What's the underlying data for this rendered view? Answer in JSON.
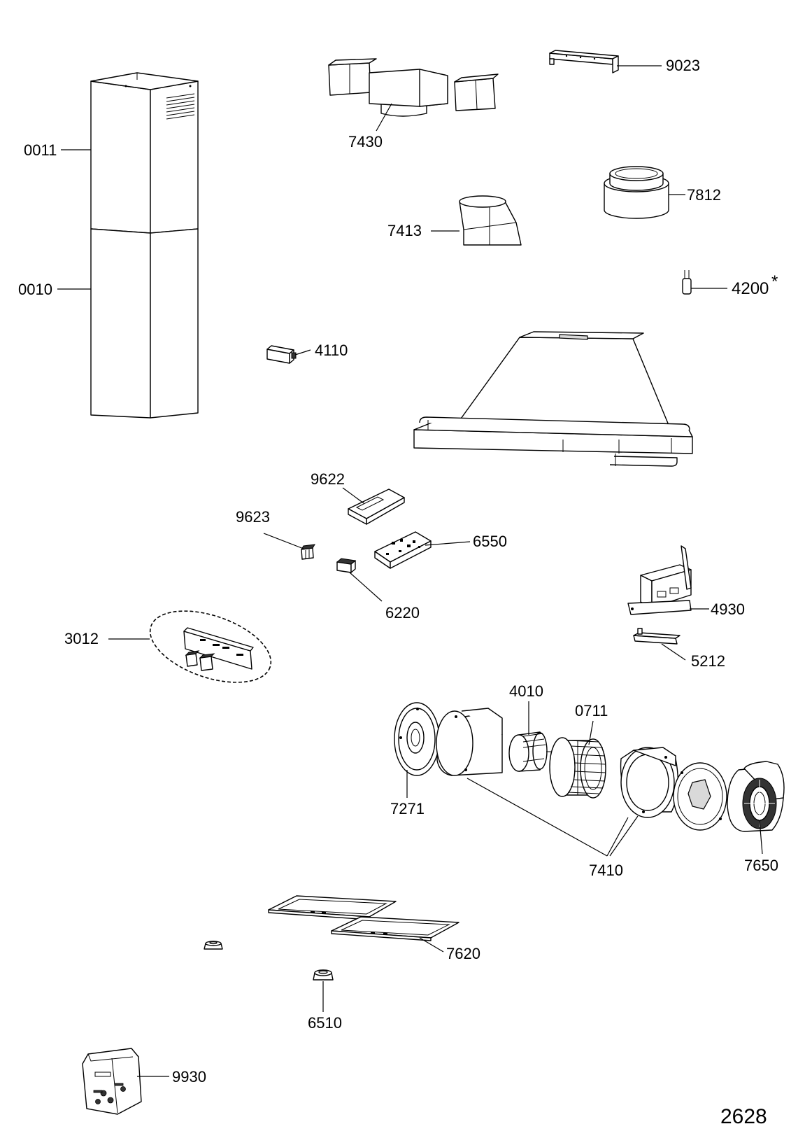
{
  "diagram": {
    "number": "2628",
    "parts": [
      {
        "id": "p0011",
        "label": "0011",
        "icon": "upper-chimney-icon"
      },
      {
        "id": "p0010",
        "label": "0010",
        "icon": "lower-chimney-icon"
      },
      {
        "id": "p7430",
        "label": "7430",
        "icon": "duct-connector-icon"
      },
      {
        "id": "p9023",
        "label": "9023",
        "icon": "mounting-bracket-icon"
      },
      {
        "id": "p7812",
        "label": "7812",
        "icon": "round-collar-icon"
      },
      {
        "id": "p7413",
        "label": "7413",
        "icon": "duct-adapter-icon"
      },
      {
        "id": "p4200",
        "label": "4200",
        "suffix": "*",
        "icon": "bulb-icon"
      },
      {
        "id": "p4110",
        "label": "4110",
        "icon": "transformer-icon"
      },
      {
        "id": "p9622",
        "label": "9622",
        "icon": "pcb-cover-icon"
      },
      {
        "id": "p6550",
        "label": "6550",
        "icon": "switch-icon"
      },
      {
        "id": "p9623",
        "label": "9623",
        "icon": "control-board-icon"
      },
      {
        "id": "p6220",
        "label": "6220",
        "icon": "connector-icon"
      },
      {
        "id": "p4930",
        "label": "4930",
        "icon": "lamp-holder-bracket-icon"
      },
      {
        "id": "p3012",
        "label": "3012",
        "icon": "control-panel-kit-icon"
      },
      {
        "id": "p5212",
        "label": "5212",
        "icon": "clip-icon"
      },
      {
        "id": "p4010",
        "label": "4010",
        "icon": "motor-icon"
      },
      {
        "id": "p7271",
        "label": "7271",
        "icon": "fan-wheel-icon"
      },
      {
        "id": "p0711",
        "label": "0711",
        "icon": "motor-plate-icon"
      },
      {
        "id": "p7410",
        "label": "7410",
        "icon": "blower-housing-icon"
      },
      {
        "id": "p7650",
        "label": "7650",
        "icon": "carbon-filter-icon"
      },
      {
        "id": "p7620",
        "label": "7620",
        "icon": "grease-filter-icon"
      },
      {
        "id": "p6510",
        "label": "6510",
        "icon": "knob-foot-icon"
      },
      {
        "id": "p9930",
        "label": "9930",
        "icon": "accessory-bag-icon"
      }
    ]
  }
}
